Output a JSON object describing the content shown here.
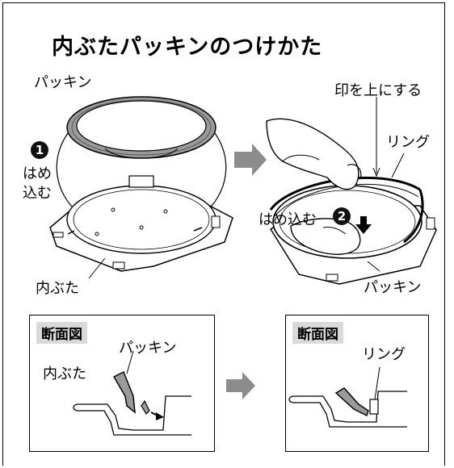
{
  "title": "内ぶたパッキンのつけかた",
  "labels": {
    "packing_top": "パッキン",
    "step1_line1": "はめ",
    "step1_line2": "込む",
    "lid": "内ぶた",
    "mark_up": "印を上にする",
    "ring": "リング",
    "press_in": "はめ込む",
    "packing_bottom": "パッキン"
  },
  "step_numbers": {
    "one": "1",
    "two": "2"
  },
  "section_left": {
    "tag": "断面図",
    "packing": "パッキン",
    "lid": "内ぶた"
  },
  "section_right": {
    "tag": "断面図",
    "ring": "リング"
  },
  "colors": {
    "arrow": "#8c8c8c",
    "tag_bg": "#d9d9d9",
    "packing_gray": "#9a9a9a"
  }
}
